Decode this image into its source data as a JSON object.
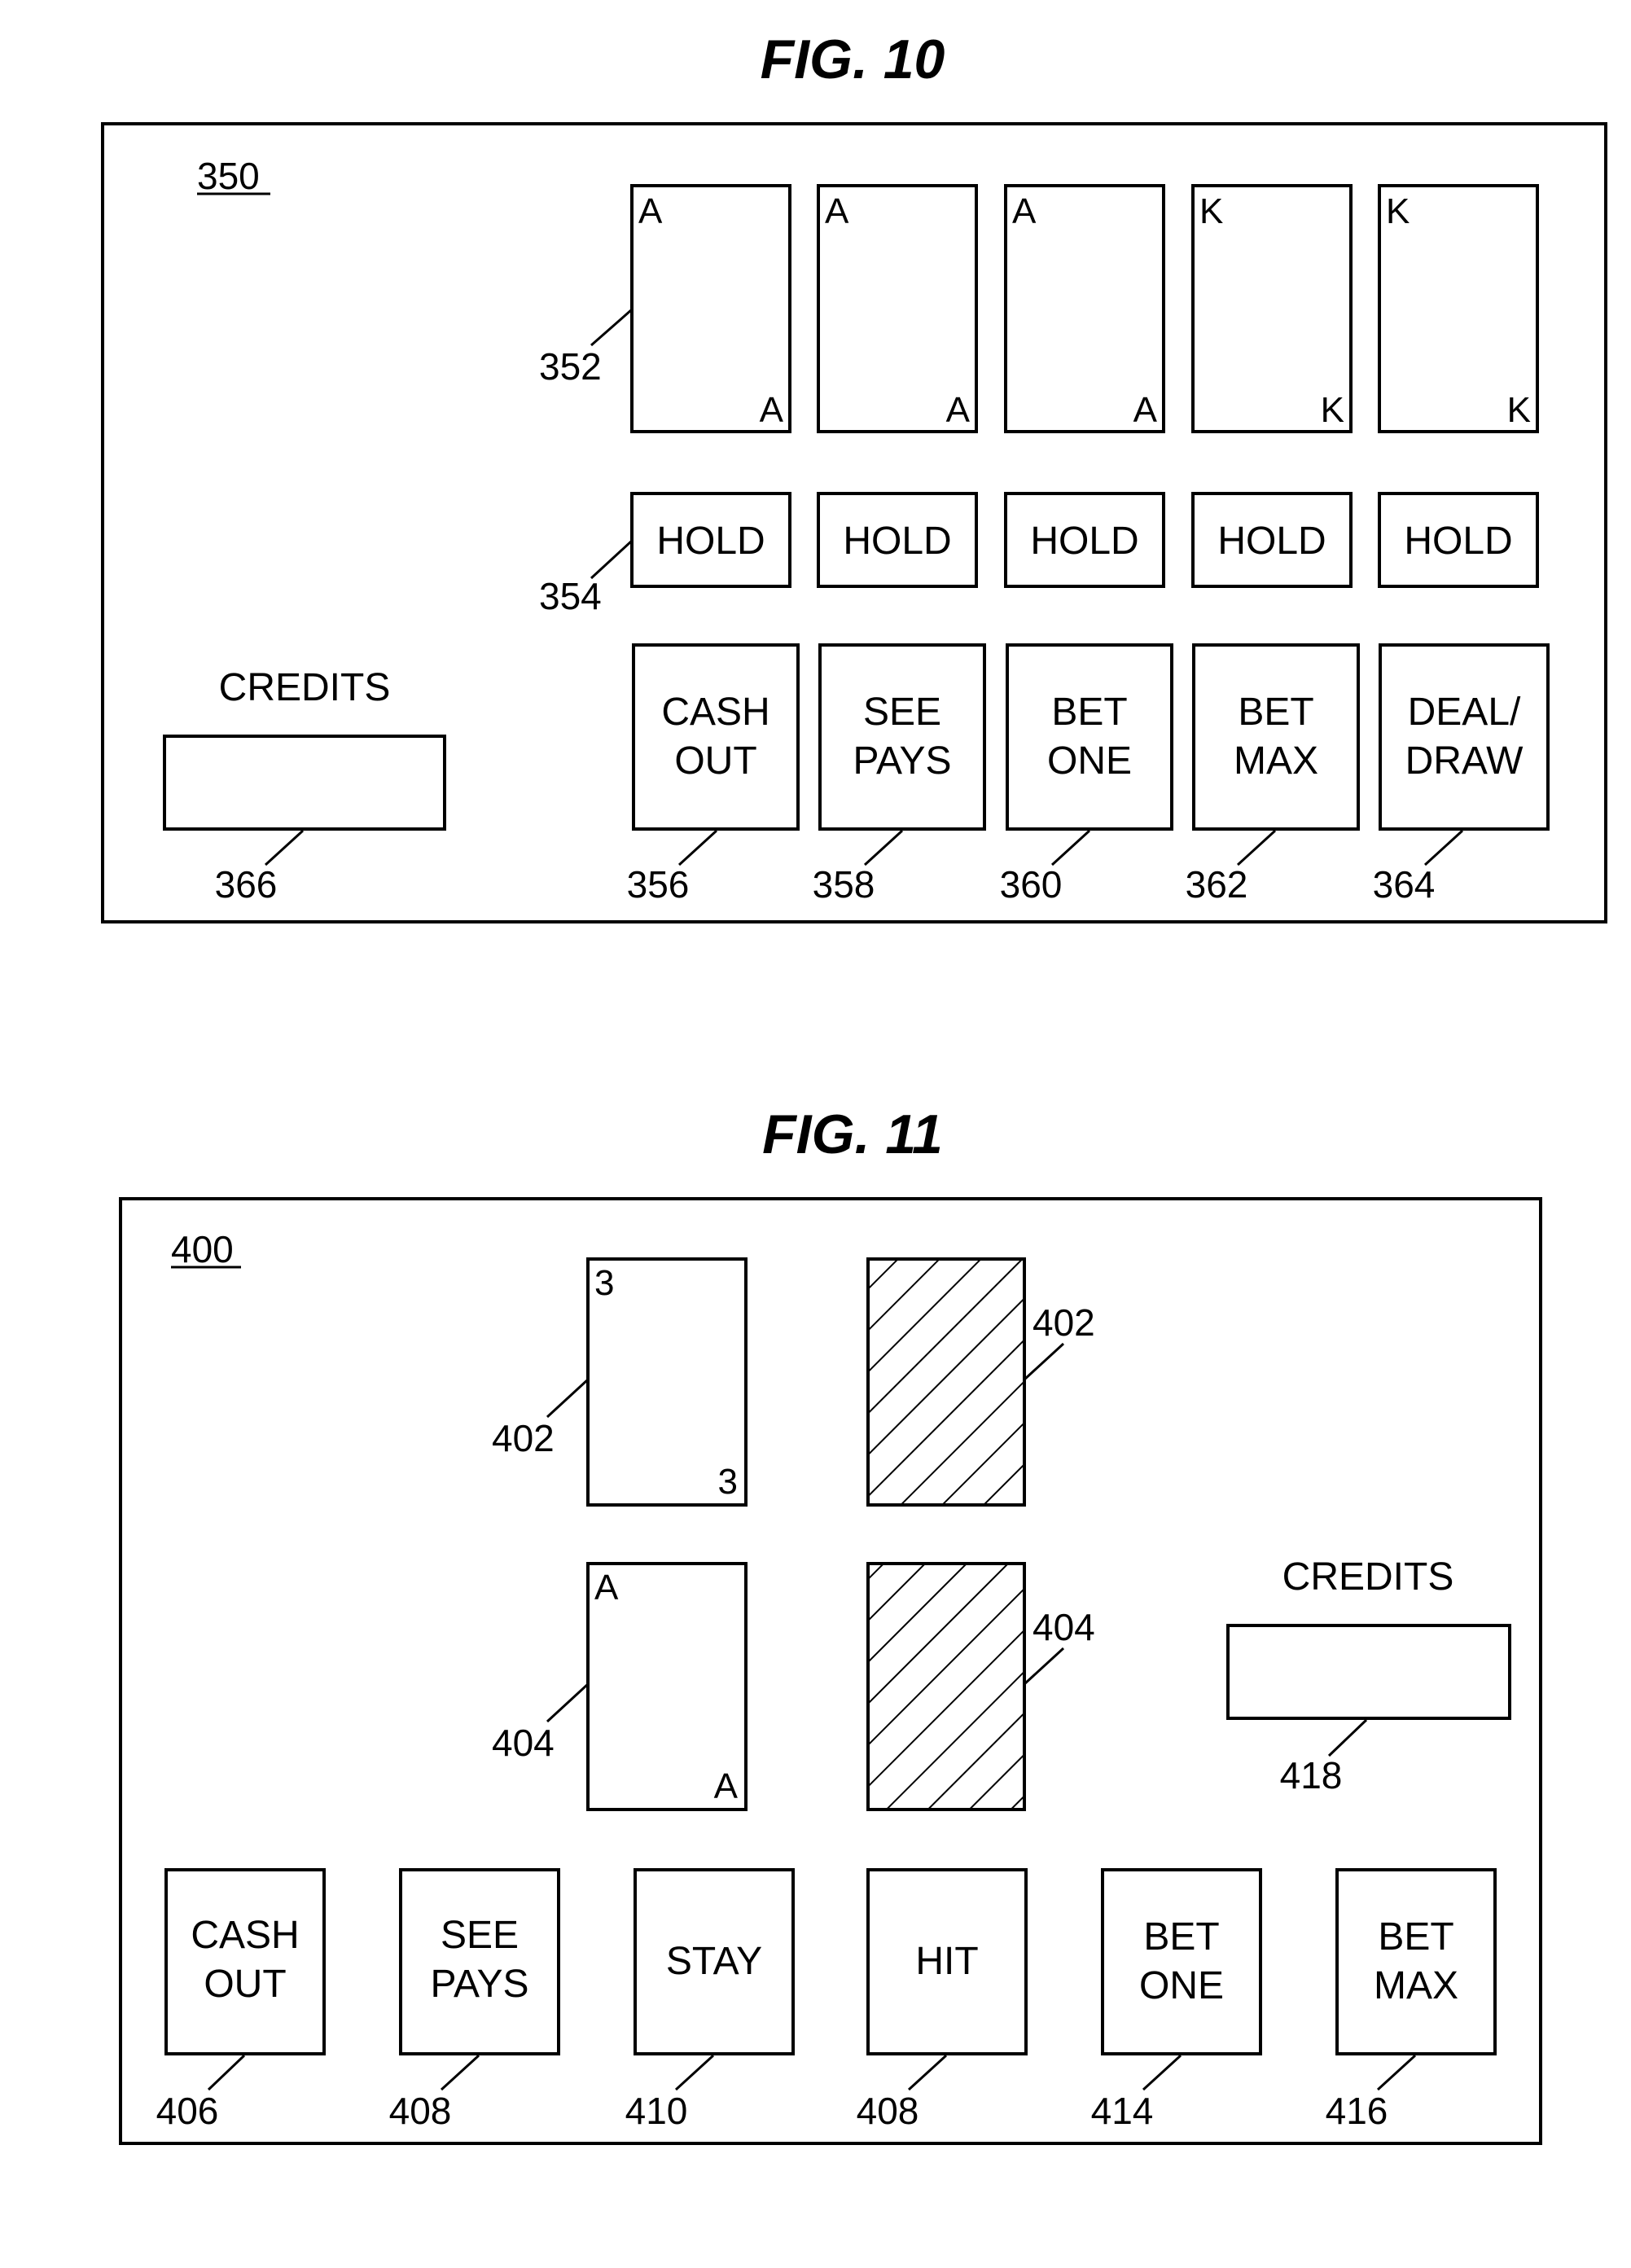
{
  "fig10": {
    "title": "FIG. 10",
    "screen_ref": "350",
    "cards_ref": "352",
    "holds_ref": "354",
    "cards": [
      {
        "rank": "A"
      },
      {
        "rank": "A"
      },
      {
        "rank": "A"
      },
      {
        "rank": "K"
      },
      {
        "rank": "K"
      }
    ],
    "hold_label": "HOLD",
    "credits_label": "CREDITS",
    "credits_ref": "366",
    "buttons": [
      {
        "line1": "CASH",
        "line2": "OUT",
        "ref": "356"
      },
      {
        "line1": "SEE",
        "line2": "PAYS",
        "ref": "358"
      },
      {
        "line1": "BET",
        "line2": "ONE",
        "ref": "360"
      },
      {
        "line1": "BET",
        "line2": "MAX",
        "ref": "362"
      },
      {
        "line1": "DEAL/",
        "line2": "DRAW",
        "ref": "364"
      }
    ]
  },
  "fig11": {
    "title": "FIG. 11",
    "screen_ref": "400",
    "hand1_card": {
      "rank": "3",
      "ref": "402"
    },
    "hand1_back_ref": "402",
    "hand2_card": {
      "rank": "A",
      "ref": "404"
    },
    "hand2_back_ref": "404",
    "credits_label": "CREDITS",
    "credits_ref": "418",
    "buttons": [
      {
        "line1": "CASH",
        "line2": "OUT",
        "ref": "406"
      },
      {
        "line1": "SEE",
        "line2": "PAYS",
        "ref": "408"
      },
      {
        "line1": "STAY",
        "line2": "",
        "ref": "410"
      },
      {
        "line1": "HIT",
        "line2": "",
        "ref": "408"
      },
      {
        "line1": "BET",
        "line2": "ONE",
        "ref": "414"
      },
      {
        "line1": "BET",
        "line2": "MAX",
        "ref": "416"
      }
    ]
  }
}
